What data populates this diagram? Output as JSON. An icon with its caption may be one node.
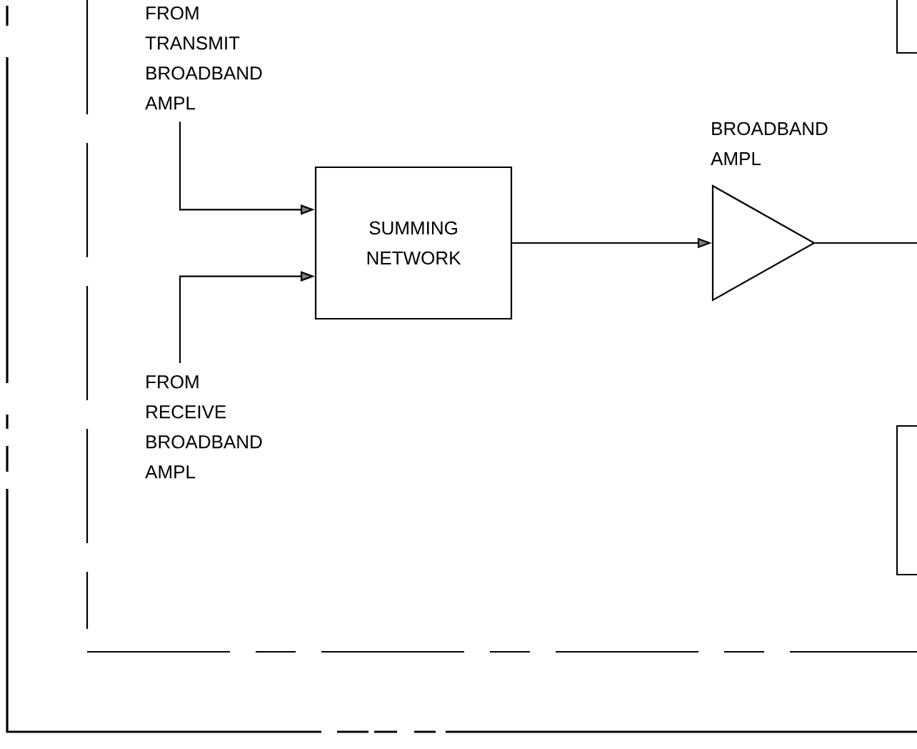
{
  "diagram": {
    "nodes": [
      {
        "text": [
          "FROM TRANSMIT BROADBAND AMPL"
        ]
      },
      {
        "text": [
          "FROM RECEIVE BROADBAND AMPL"
        ]
      },
      {
        "text": [
          "SUMMING NETWORK"
        ]
      },
      {
        "text": [
          "BROADBAND AMPL"
        ]
      },
      {
        "text": [],
        "shape": "box"
      },
      {
        "text": [],
        "shape": "box"
      }
    ],
    "edges": [
      {
        "from": 0,
        "to": 2,
        "arrow": "to"
      },
      {
        "from": 1,
        "to": 2,
        "arrow": "to"
      },
      {
        "from": 2,
        "to": 3,
        "arrow": "to"
      },
      {
        "from": 3,
        "to": null,
        "arrow": "none"
      }
    ]
  }
}
